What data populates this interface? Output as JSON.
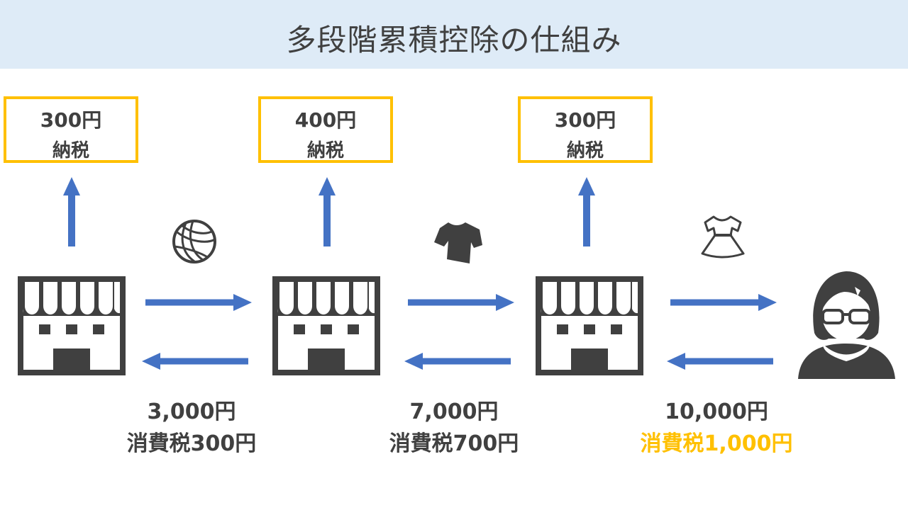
{
  "title": "多段階累積控除の仕組み",
  "colors": {
    "header_bg": "#deebf7",
    "accent": "#ffc000",
    "arrow": "#4472c4",
    "icon": "#404040"
  },
  "tax_boxes": [
    {
      "amount": "300円",
      "label": "納税"
    },
    {
      "amount": "400円",
      "label": "納税"
    },
    {
      "amount": "300円",
      "label": "納税"
    }
  ],
  "transactions": [
    {
      "price": "3,000円",
      "tax": "消費税300円",
      "item_icon": "volleyball-icon"
    },
    {
      "price": "7,000円",
      "tax": "消費税700円",
      "item_icon": "tshirt-icon"
    },
    {
      "price": "10,000円",
      "tax": "消費税1,000円",
      "item_icon": "dress-icon"
    }
  ],
  "participants": [
    "store-icon",
    "store-icon",
    "store-icon",
    "person-icon"
  ]
}
